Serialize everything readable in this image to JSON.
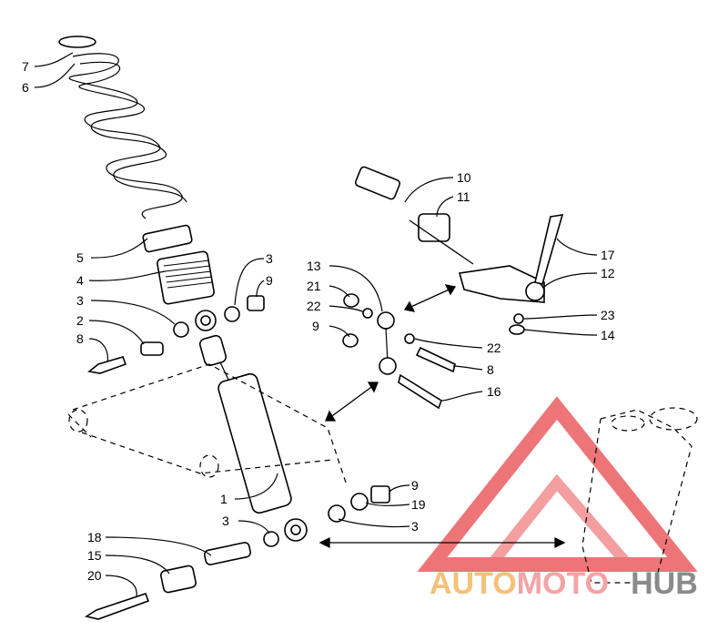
{
  "callouts": [
    {
      "id": "c7",
      "text": "7"
    },
    {
      "id": "c6",
      "text": "6"
    },
    {
      "id": "c5",
      "text": "5"
    },
    {
      "id": "c4",
      "text": "4"
    },
    {
      "id": "c3a",
      "text": "3"
    },
    {
      "id": "c2",
      "text": "2"
    },
    {
      "id": "c8a",
      "text": "8"
    },
    {
      "id": "c3b",
      "text": "3"
    },
    {
      "id": "c9a",
      "text": "9"
    },
    {
      "id": "c1",
      "text": "1"
    },
    {
      "id": "c3c",
      "text": "3"
    },
    {
      "id": "c18",
      "text": "18"
    },
    {
      "id": "c15",
      "text": "15"
    },
    {
      "id": "c20",
      "text": "20"
    },
    {
      "id": "c9b",
      "text": "9"
    },
    {
      "id": "c19",
      "text": "19"
    },
    {
      "id": "c3d",
      "text": "3"
    },
    {
      "id": "c10",
      "text": "10"
    },
    {
      "id": "c11",
      "text": "11"
    },
    {
      "id": "c17",
      "text": "17"
    },
    {
      "id": "c12",
      "text": "12"
    },
    {
      "id": "c13",
      "text": "13"
    },
    {
      "id": "c21",
      "text": "21"
    },
    {
      "id": "c22a",
      "text": "22"
    },
    {
      "id": "c9c",
      "text": "9"
    },
    {
      "id": "c22b",
      "text": "22"
    },
    {
      "id": "c8b",
      "text": "8"
    },
    {
      "id": "c16",
      "text": "16"
    },
    {
      "id": "c23",
      "text": "23"
    },
    {
      "id": "c14",
      "text": "14"
    }
  ],
  "watermark": {
    "part1": "AUTO",
    "part2": "MOTO",
    "part3": "HUB",
    "color_auto": "#f5c07a",
    "color_moto": "#f4a3a3",
    "color_hub": "#8a8a8a",
    "logo_color": "#e8474a"
  }
}
